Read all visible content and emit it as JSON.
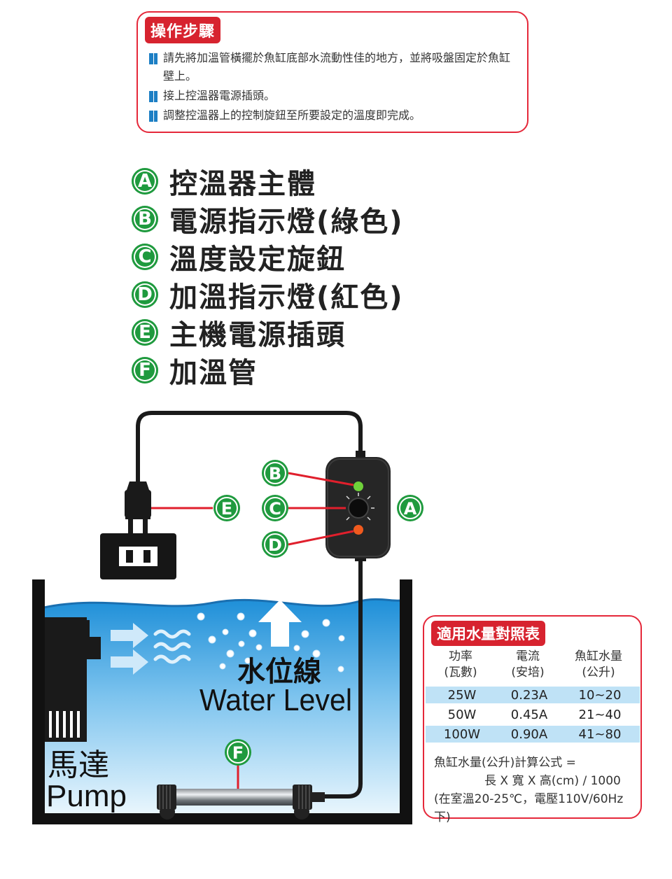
{
  "steps": {
    "title": "操作步驟",
    "items": [
      "請先將加溫管橫擺於魚缸底部水流動性佳的地方，並將吸盤固定於魚缸壁上。",
      "接上控溫器電源插頭。",
      "調整控溫器上的控制旋鈕至所要設定的溫度即完成。"
    ]
  },
  "parts": [
    {
      "letter": "A",
      "label": "控溫器主體"
    },
    {
      "letter": "B",
      "label": "電源指示燈(綠色)"
    },
    {
      "letter": "C",
      "label": "溫度設定旋鈕"
    },
    {
      "letter": "D",
      "label": "加溫指示燈(紅色)"
    },
    {
      "letter": "E",
      "label": "主機電源插頭"
    },
    {
      "letter": "F",
      "label": "加溫管"
    }
  ],
  "diagram": {
    "water_level_zh": "水位線",
    "water_level_en": "Water Level",
    "pump_zh": "馬達",
    "pump_en": "Pump",
    "callouts": [
      "A",
      "B",
      "C",
      "D",
      "E",
      "F"
    ]
  },
  "table": {
    "title": "適用水量對照表",
    "headers": [
      [
        "功率",
        "(瓦數)"
      ],
      [
        "電流",
        "(安培)"
      ],
      [
        "魚缸水量",
        "(公升)"
      ]
    ],
    "rows": [
      [
        "25W",
        "0.23A",
        "10~20"
      ],
      [
        "50W",
        "0.45A",
        "21~40"
      ],
      [
        "100W",
        "0.90A",
        "41~80"
      ]
    ],
    "formula_line1": "魚缸水量(公升)計算公式 =",
    "formula_line2": "長 X 寬 X 高(cm) / 1000",
    "formula_line3": "(在室溫20-25℃，電壓110V/60Hz下)"
  },
  "colors": {
    "accent_red": "#d7232f",
    "badge_green": "#1f9a3e",
    "step_blue": "#1d7fc4",
    "water_blue": "#1d8fd6",
    "led_green": "#6fd13a",
    "led_red": "#f05a1e"
  }
}
